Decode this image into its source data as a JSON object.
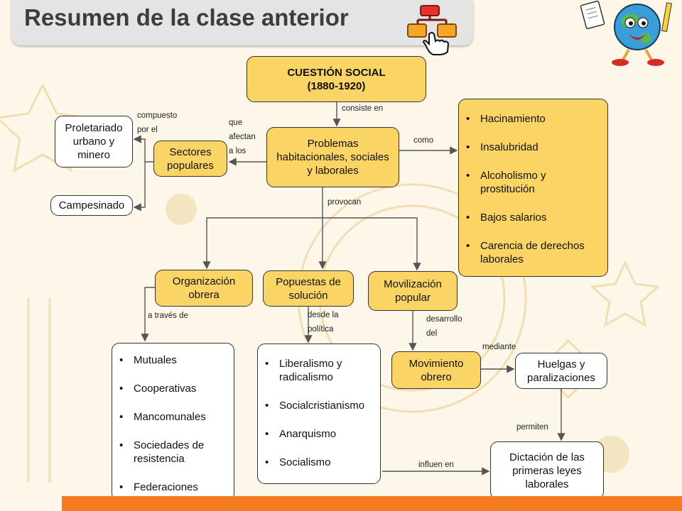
{
  "header": {
    "title": "Resumen de la clase anterior"
  },
  "icons": {
    "concept_map": "concept-map-hand-icon",
    "mascot": "globe-mascot-icon"
  },
  "colors": {
    "box_fill": "#fbd466",
    "accent_bar": "#f47b20",
    "title_bar": "#e4e4e4"
  },
  "map": {
    "main": "CUESTIÓN SOCIAL\n(1880-1920)",
    "problems": "Problemas\nhabitacionales, sociales\ny laborales",
    "sectors": "Sectores\npopulares",
    "proletariat": "Proletariado\nurbano y\nminero",
    "peasants": "Campesinado",
    "org_worker": "Organización\nobrera",
    "proposals": "Popuestas de\nsolución",
    "mobilization": "Movilización\npopular",
    "worker_movement": "Movimiento\nobrero",
    "strikes": "Huelgas y\nparalizaciones",
    "laws": "Dictación de las\nprimeras leyes\nlaborales",
    "conditions": [
      "Hacinamiento",
      "Insalubridad",
      "Alcoholismo y\nprostitución",
      "Bajos salarios",
      "Carencia de derechos\nlaborales"
    ],
    "org_types": [
      "Mutuales",
      "Cooperativas",
      "Mancomunales",
      "Sociedades de\nresistencia",
      "Federaciones"
    ],
    "ideologies": [
      "Liberalismo y\nradicalismo",
      "Socialcristianismo",
      "Anarquismo",
      "Socialismo"
    ],
    "links": {
      "consiste": "consiste en",
      "como": "como",
      "que_afectan": "que\nafectan\na los",
      "compuesto": "compuesto\npor el",
      "provocan": "provocan",
      "a_traves": "a través de",
      "desde": "desde la\npolítica",
      "desarrollo": "desarrollo\ndel",
      "mediante": "mediante",
      "permiten": "permiten",
      "influencian": "influen en"
    }
  }
}
